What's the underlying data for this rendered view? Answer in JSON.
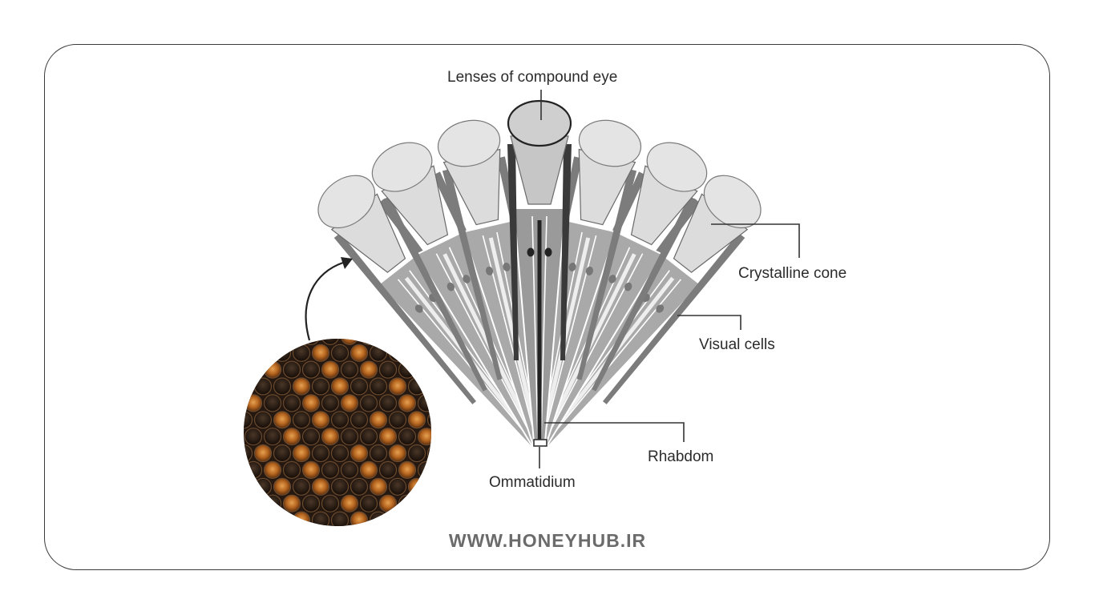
{
  "diagram": {
    "labels": {
      "lenses": "Lenses of compound eye",
      "crystalline_cone": "Crystalline cone",
      "visual_cells": "Visual cells",
      "rhabdom": "Rhabdom",
      "ommatidium": "Ommatidium"
    }
  },
  "footer": {
    "website": "WWW.HONEYHUB.IR"
  }
}
